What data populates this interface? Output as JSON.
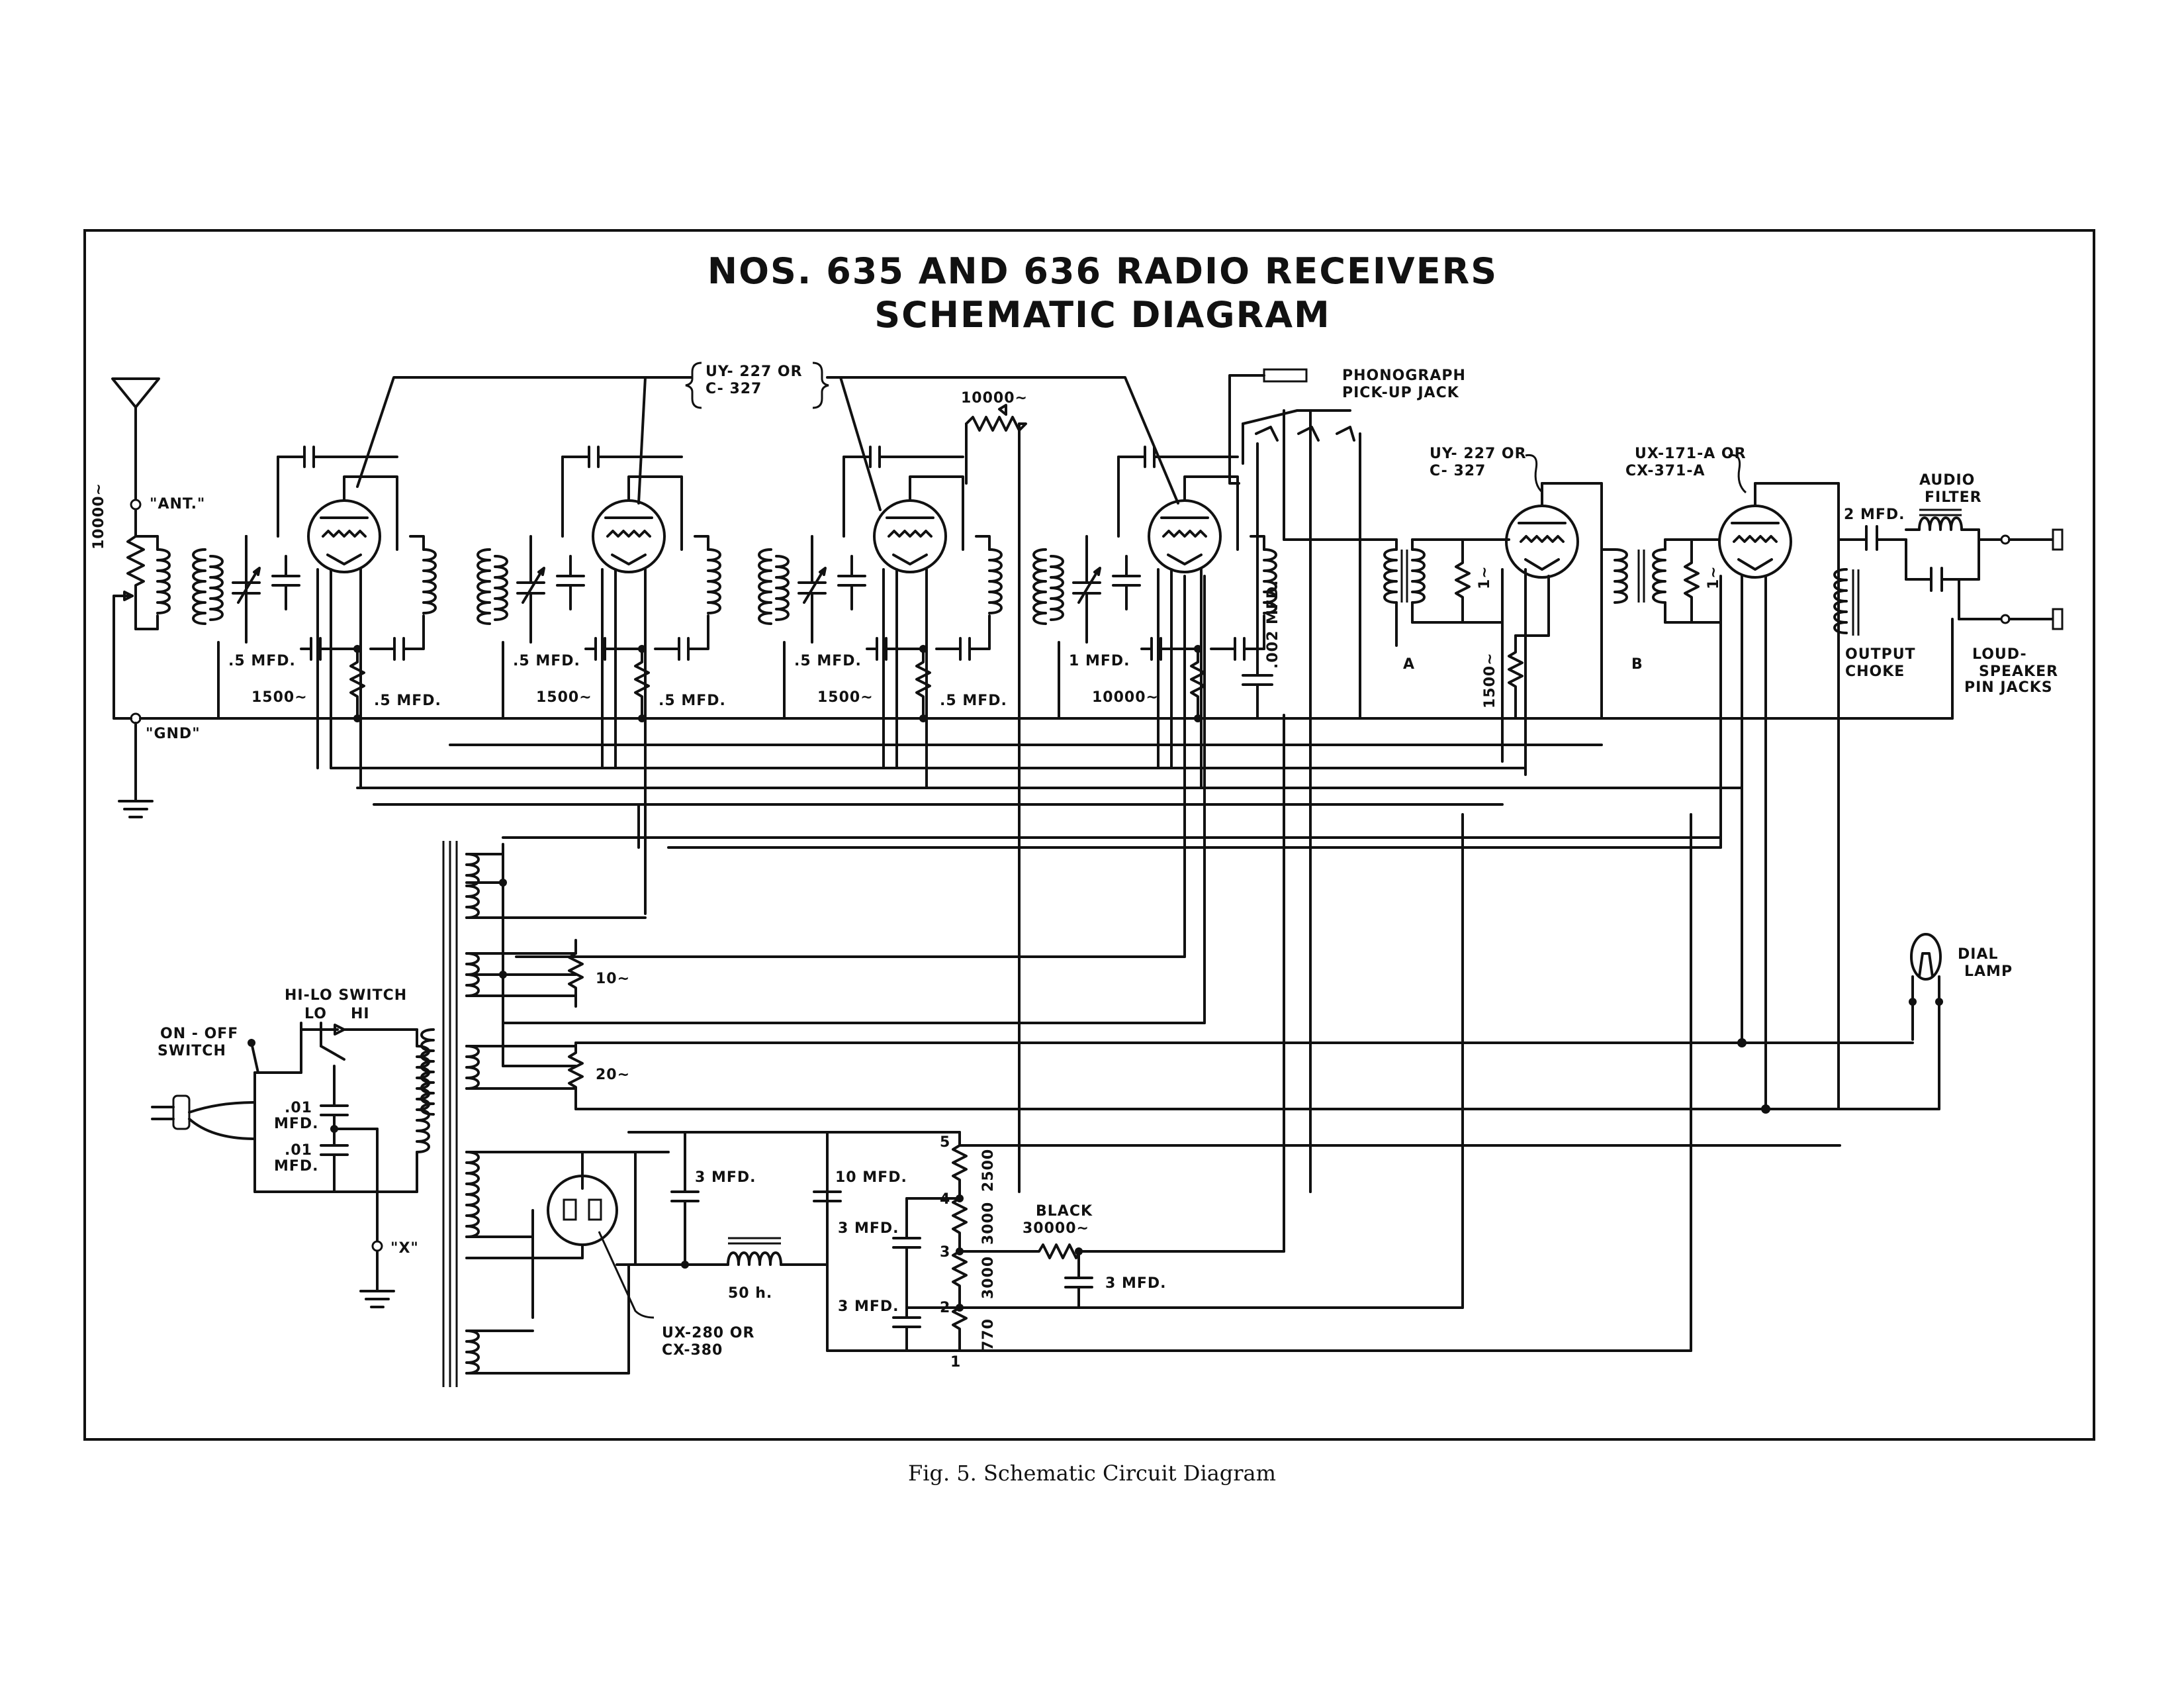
{
  "diagram": {
    "title_line1": "NOS. 635 AND 636 RADIO RECEIVERS",
    "title_line2": "SCHEMATIC DIAGRAM",
    "caption": "Fig. 5.   Schematic Circuit Diagram"
  },
  "labels": {
    "ant": "\"ANT.\"",
    "gnd": "\"GND\"",
    "ant_pot": "10000~",
    "uy227_a": "UY- 227 OR",
    "c327_a": "C- 327",
    "pot_10000_top": "10000~",
    "phono_1": "PHONOGRAPH",
    "phono_2": "PICK-UP JACK",
    "uy227_b": "UY- 227 OR",
    "c327_b": "C- 327",
    "ux171_1": "UX-171-A OR",
    "ux171_2": "CX-371-A",
    "mfd2": "2 MFD.",
    "audio_filter_1": "AUDIO",
    "audio_filter_2": "FILTER",
    "output_choke_1": "OUTPUT",
    "output_choke_2": "CHOKE",
    "loudspeaker_1": "LOUD-",
    "loudspeaker_2": "SPEAKER",
    "loudspeaker_3": "PIN JACKS",
    "c1_5mfd": ".5 MFD.",
    "r1_1500": "1500~",
    "c1b_5mfd": ".5 MFD.",
    "c2_5mfd": ".5 MFD.",
    "r2_1500": "1500~",
    "c2b_5mfd": ".5 MFD.",
    "c3_5mfd": ".5 MFD.",
    "r3_1500": "1500~",
    "c3b_5mfd": ".5 MFD.",
    "c4_1mfd": "1 MFD.",
    "r4_10000": "10000~",
    "c002": ".002 MFD.",
    "xfmr_a": "A",
    "xfmr_b": "B",
    "r_1500_v": "1500~",
    "r_1m_a": "1~",
    "r_1m_b": "1~",
    "dial_lamp_1": "DIAL",
    "dial_lamp_2": "LAMP",
    "hilo_switch": "HI-LO SWITCH",
    "lo": "LO",
    "hi": "HI",
    "onoff_1": "ON - OFF",
    "onoff_2": "SWITCH",
    "c01a_1": ".01",
    "c01a_2": "MFD.",
    "c01b_1": ".01",
    "c01b_2": "MFD.",
    "x_term": "\"X\"",
    "pot_10": "10~",
    "pot_20": "20~",
    "c3mfd_a": "3 MFD.",
    "c10mfd": "10 MFD.",
    "choke_50h": "50 h.",
    "c3mfd_b": "3 MFD.",
    "c3mfd_c": "3 MFD.",
    "c3mfd_d": "3 MFD.",
    "black": "BLACK",
    "r30000": "30000~",
    "r2500": "2500",
    "r3000a": "3000",
    "r3000b": "3000",
    "r770": "770",
    "tap1": "1",
    "tap2": "2",
    "tap3": "3",
    "tap4": "4",
    "tap5": "5",
    "ux280_1": "UX-280 OR",
    "ux280_2": "CX-380"
  }
}
